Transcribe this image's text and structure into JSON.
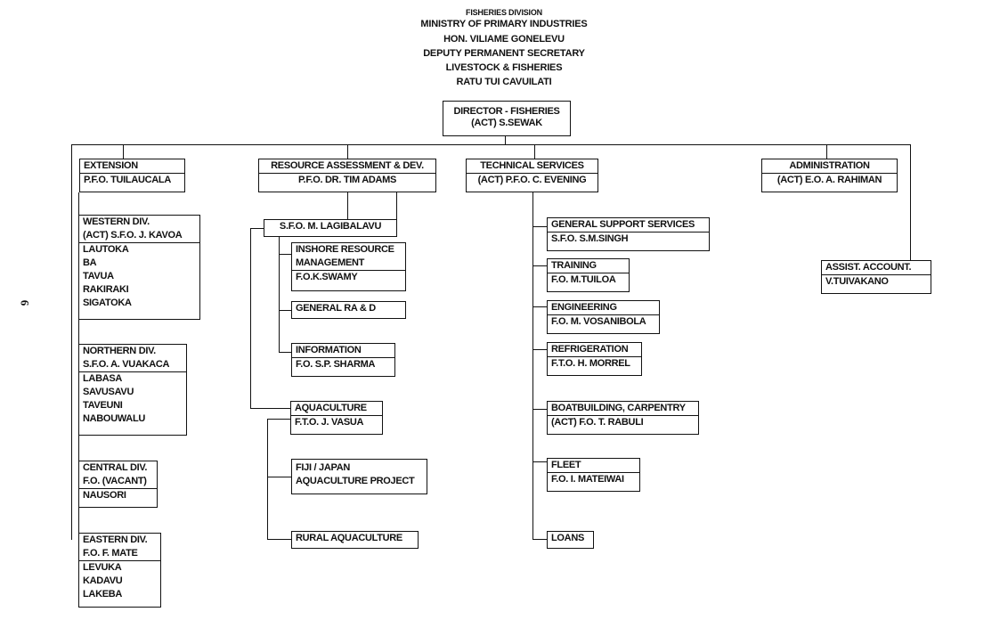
{
  "header": {
    "line0": "FISHERIES DIVISION",
    "line1": "MINISTRY OF PRIMARY INDUSTRIES",
    "line2": "HON. VILIAME GONELEVU",
    "line3": "DEPUTY PERMANENT SECRETARY",
    "line4": "LIVESTOCK & FISHERIES",
    "line5": "RATU TUI CAVUILATI"
  },
  "page_number": "6",
  "director": {
    "title": "DIRECTOR - FISHERIES",
    "name": "(ACT) S.SEWAK"
  },
  "extension": {
    "title": "EXTENSION",
    "name": "P.F.O. TUILAUCALA",
    "western": {
      "title": "WESTERN DIV.",
      "name": "(ACT) S.F.O. J. KAVOA",
      "stations": [
        "LAUTOKA",
        "BA",
        "TAVUA",
        "RAKIRAKI",
        "SIGATOKA"
      ]
    },
    "northern": {
      "title": "NORTHERN DIV.",
      "name": "S.F.O. A. VUAKACA",
      "stations": [
        "LABASA",
        "SAVUSAVU",
        "TAVEUNI",
        "NABOUWALU"
      ]
    },
    "central": {
      "title": "CENTRAL DIV.",
      "name": "F.O. (VACANT)",
      "stations": [
        "NAUSORI"
      ]
    },
    "eastern": {
      "title": "EASTERN DIV.",
      "name": "F.O. F. MATE",
      "stations": [
        "LEVUKA",
        "KADAVU",
        "LAKEBA"
      ]
    }
  },
  "resource": {
    "title": "RESOURCE ASSESSMENT & DEV.",
    "name": "P.F.O. DR. TIM ADAMS",
    "sfo": "S.F.O. M. LAGIBALAVU",
    "inshore": {
      "line1": "INSHORE RESOURCE",
      "line2": "MANAGEMENT",
      "name": "F.O.K.SWAMY"
    },
    "general": "GENERAL RA & D",
    "information": {
      "title": "INFORMATION",
      "name": "F.O. S.P. SHARMA"
    },
    "aquaculture": {
      "title": "AQUACULTURE",
      "name": "F.T.O. J. VASUA"
    },
    "fiji_japan": {
      "line1": "FIJI / JAPAN",
      "line2": "AQUACULTURE PROJECT"
    },
    "rural": "RURAL AQUACULTURE"
  },
  "technical": {
    "title": "TECHNICAL SERVICES",
    "name": "(ACT) P.F.O. C. EVENING",
    "general_support": {
      "title": "GENERAL SUPPORT SERVICES",
      "name": "S.F.O. S.M.SINGH"
    },
    "training": {
      "title": "TRAINING",
      "name": "F.O. M.TUILOA"
    },
    "engineering": {
      "title": "ENGINEERING",
      "name": "F.O. M. VOSANIBOLA"
    },
    "refrigeration": {
      "title": "REFRIGERATION",
      "name": "F.T.O. H. MORREL"
    },
    "boatbuilding": {
      "title": "BOATBUILDING, CARPENTRY",
      "name": "(ACT) F.O. T. RABULI"
    },
    "fleet": {
      "title": "FLEET",
      "name": "F.O. I. MATEIWAI"
    },
    "loans": "LOANS"
  },
  "administration": {
    "title": "ADMINISTRATION",
    "name": "(ACT) E.O. A. RAHIMAN",
    "assist": {
      "title": "ASSIST. ACCOUNT.",
      "name": "V.TUIVAKANO"
    }
  }
}
